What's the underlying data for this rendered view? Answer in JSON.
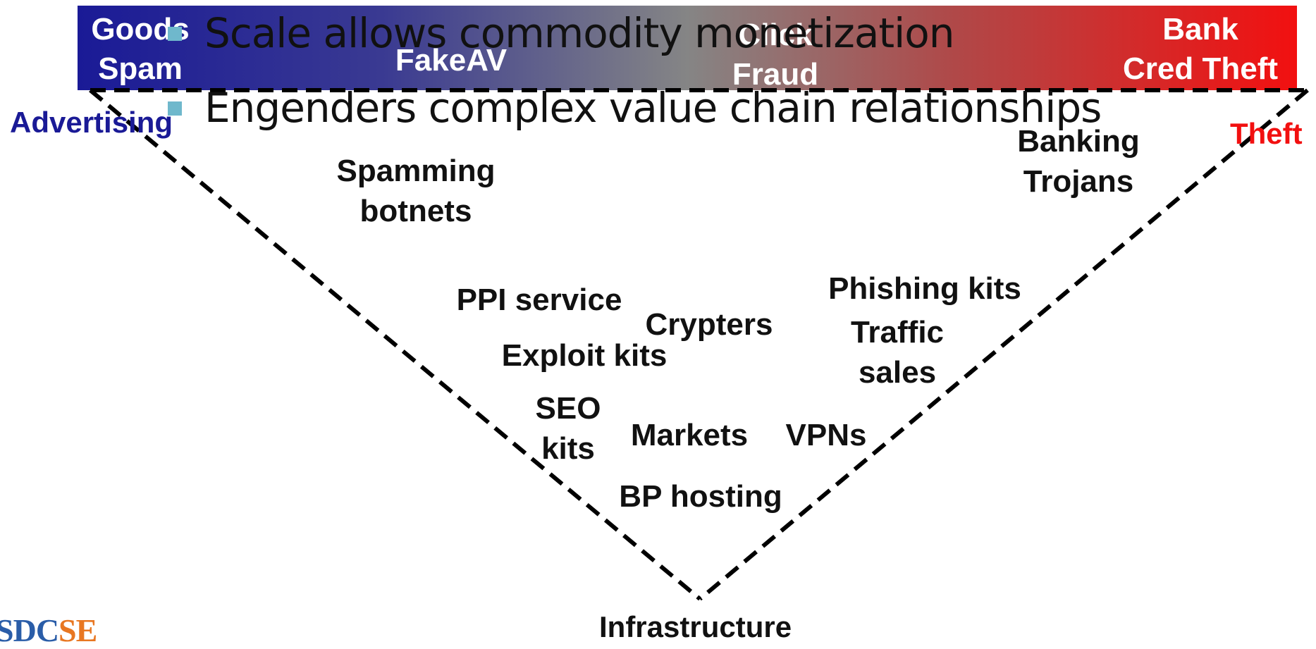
{
  "banner": {
    "categories": [
      {
        "label": "Goods\nSpam"
      },
      {
        "label": "FakeAV"
      },
      {
        "label": "Click\nFraud"
      },
      {
        "label": "Bank\nCred Theft"
      }
    ]
  },
  "bullets": [
    {
      "text": "Scale allows commodity monetization"
    },
    {
      "text": "Engenders complex value chain relationships"
    }
  ],
  "axis": {
    "left_label": "Advertising",
    "right_label": "Theft",
    "bottom_label": "Infrastructure"
  },
  "items": [
    {
      "label": "Spamming\nbotnets"
    },
    {
      "label": "Banking\nTrojans"
    },
    {
      "label": "PPI service"
    },
    {
      "label": "Crypters"
    },
    {
      "label": "Phishing kits"
    },
    {
      "label": "Traffic\nsales"
    },
    {
      "label": "Exploit kits"
    },
    {
      "label": "SEO\nkits"
    },
    {
      "label": "Markets"
    },
    {
      "label": "VPNs"
    },
    {
      "label": "BP hosting"
    }
  ],
  "logo": {
    "prefix": "S",
    "mid": "DC",
    "suffix": "SE"
  },
  "colors": {
    "banner_left": "#1a1a96",
    "banner_mid": "#858585",
    "banner_right": "#f21010",
    "advertising": "#1a1a96",
    "theft": "#f21010",
    "bullet": "#6fb8cc",
    "logo_blue": "#2a5da8",
    "logo_orange": "#e87722"
  }
}
